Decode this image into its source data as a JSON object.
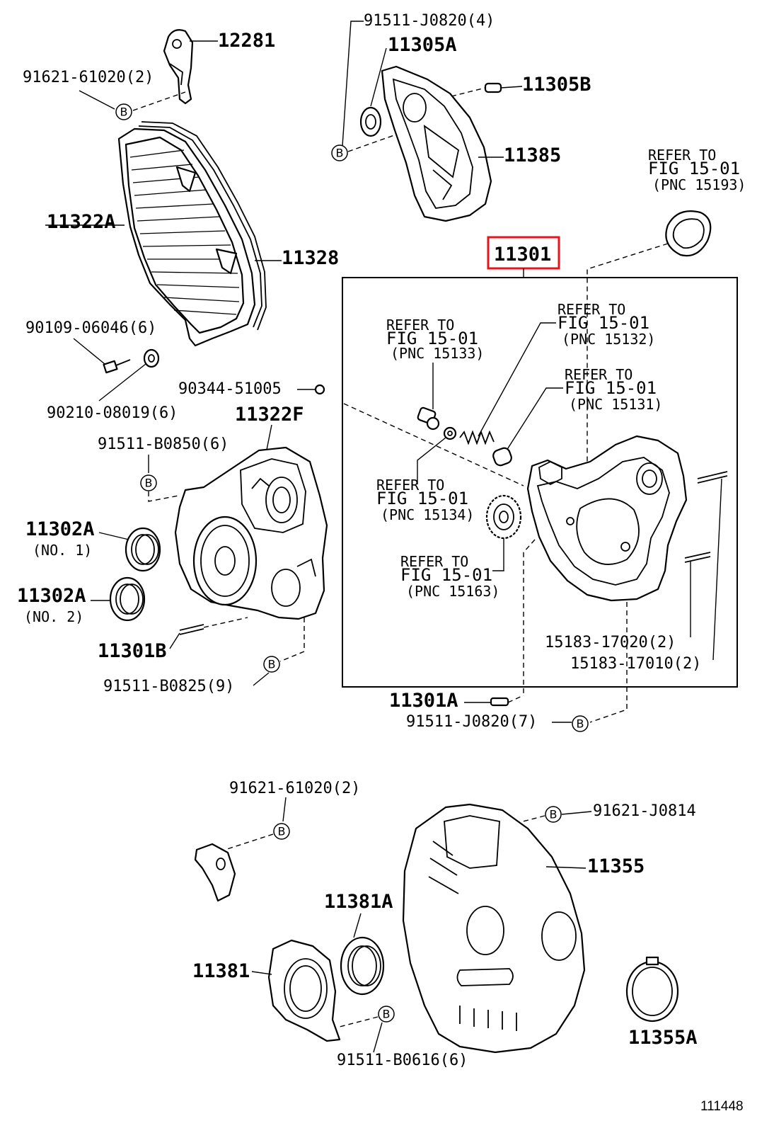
{
  "labels": {
    "p12281": "12281",
    "p91621_61020_top": "91621-61020(2)",
    "p91511_J0820_4": "91511-J0820(4)",
    "p11305A": "11305A",
    "p11305B": "11305B",
    "p11385": "11385",
    "p11322A": "11322A",
    "p11328": "11328",
    "p90109": "90109-06046(6)",
    "p90210": "90210-08019(6)",
    "p90344": "90344-51005",
    "p11322F": "11322F",
    "p91511_B0850": "91511-B0850(6)",
    "p11302A_1": "11302A",
    "p11302A_1_sub": "(NO. 1)",
    "p11302A_2": "11302A",
    "p11302A_2_sub": "(NO. 2)",
    "p11301B": "11301B",
    "p91511_B0825": "91511-B0825(9)",
    "p11301": "11301",
    "p11301A": "11301A",
    "p91511_J0820_7": "91511-J0820(7)",
    "p15183_17020": "15183-17020(2)",
    "p15183_17010": "15183-17010(2)",
    "p91621_61020_bot": "91621-61020(2)",
    "p91621_J0814": "91621-J0814",
    "p11355": "11355",
    "p11381A": "11381A",
    "p11381": "11381",
    "p11355A": "11355A",
    "p91511_B0616": "91511-B0616(6)",
    "figure_number": "111448"
  },
  "refers": {
    "r15193": {
      "line1": "REFER TO",
      "line2": "FIG 15-01",
      "line3": "(PNC 15193)"
    },
    "r15133": {
      "line1": "REFER TO",
      "line2": "FIG 15-01",
      "line3": "(PNC 15133)"
    },
    "r15132": {
      "line1": "REFER TO",
      "line2": "FIG 15-01",
      "line3": "(PNC 15132)"
    },
    "r15131": {
      "line1": "REFER TO",
      "line2": "FIG 15-01",
      "line3": "(PNC 15131)"
    },
    "r15134": {
      "line1": "REFER TO",
      "line2": "FIG 15-01",
      "line3": "(PNC 15134)"
    },
    "r15163": {
      "line1": "REFER TO",
      "line2": "FIG 15-01",
      "line3": "(PNC 15163)"
    }
  },
  "bolt_marker": "B",
  "highlight_color": "#e8141c"
}
